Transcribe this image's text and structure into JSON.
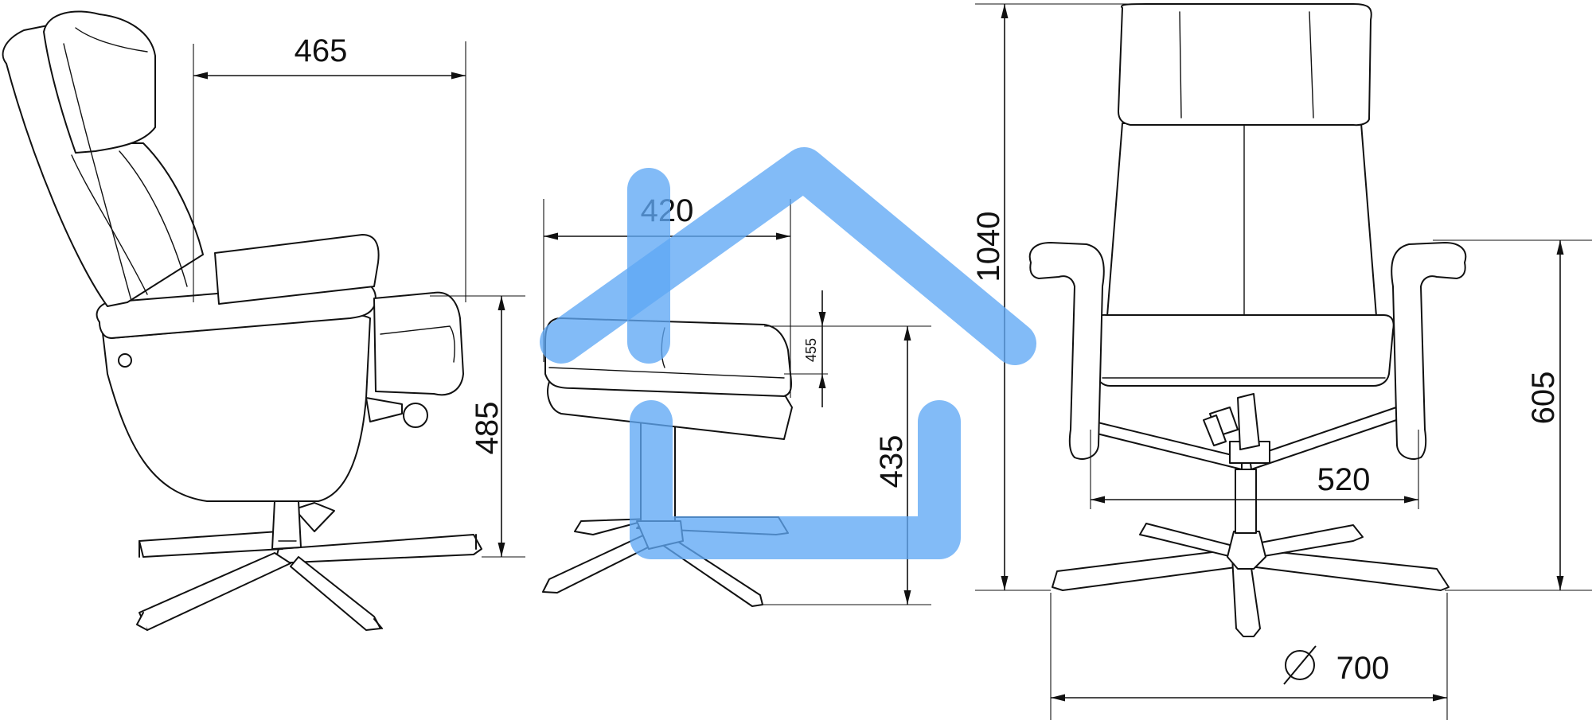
{
  "dimensions": {
    "chair_depth": "465",
    "chair_seat_height": "485",
    "ottoman_depth": "420",
    "ottoman_thickness": "455",
    "ottoman_height": "435",
    "chair_total_height": "1040",
    "chair_armrest_height": "605",
    "chair_seat_width": "520",
    "base_diameter": "700"
  },
  "symbols": {
    "diameter": "⌀"
  },
  "watermark": {
    "icon": "house-logo",
    "color": "#5fa8f5"
  },
  "colors": {
    "line": "#111111",
    "background": "#ffffff"
  }
}
